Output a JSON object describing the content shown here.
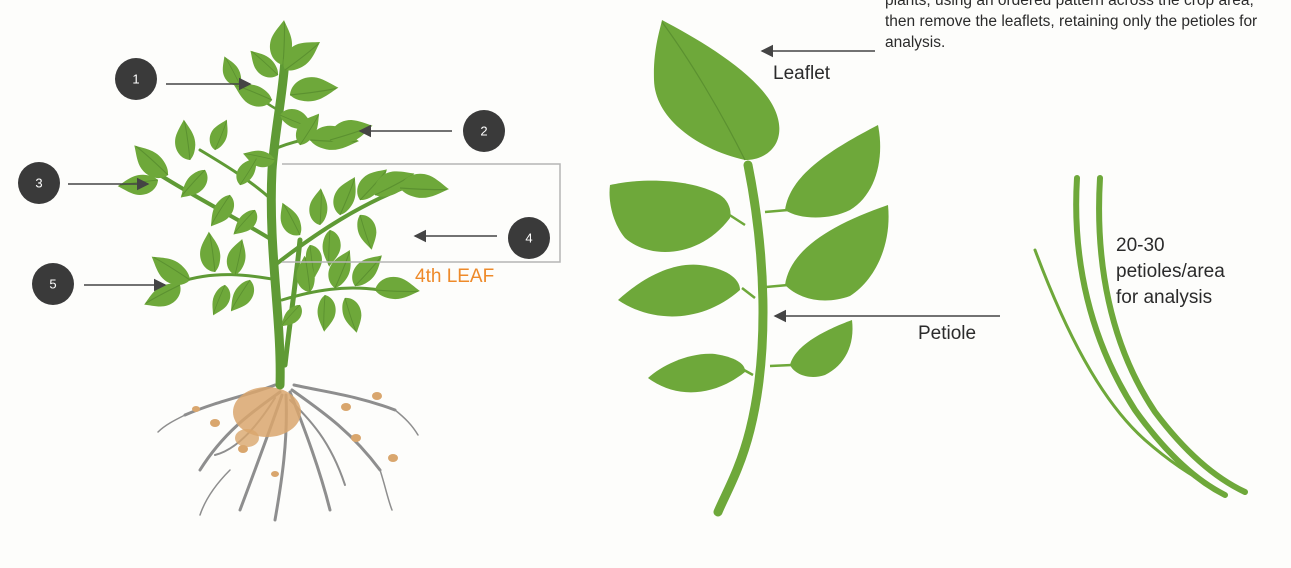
{
  "callouts": {
    "c1": "1",
    "c2": "2",
    "c3": "3",
    "c4": "4",
    "c5": "5"
  },
  "fourth_leaf_label": "4th LEAF",
  "leaflet_label": "Leaflet",
  "petiole_label": "Petiole",
  "petioles_note": [
    "20-30",
    "petioles/area",
    "for analysis"
  ],
  "instructions": "plants, using an ordered pattern across the crop area, then remove the leaflets, retaining only the petioles for analysis.",
  "colors": {
    "leaf": "#6ea83a",
    "leaf_dark": "#5b9130",
    "stem": "#5f9a35",
    "root": "#8e8e8e",
    "tuber": "#d9a66d",
    "callout": "#3a3a3a",
    "highlight": "#ee8a2a"
  }
}
